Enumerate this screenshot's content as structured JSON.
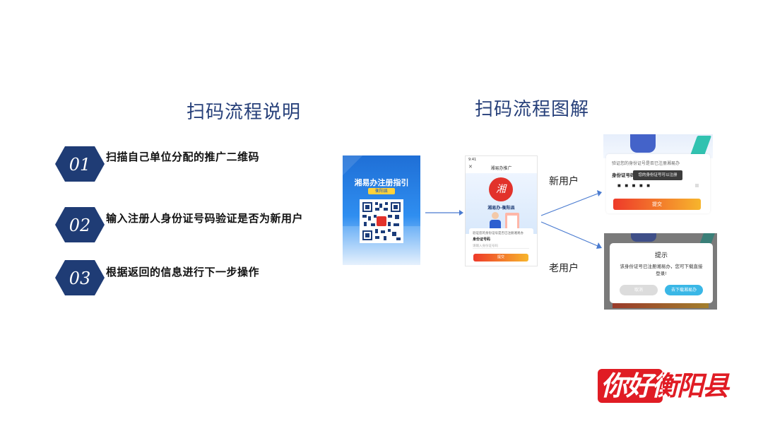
{
  "left_title": "扫码流程说明",
  "right_title": "扫码流程图解",
  "steps": [
    {
      "number": "01",
      "text": "扫描自己单位分配的推广二维码"
    },
    {
      "number": "02",
      "text": "输入注册人身份证号码验证是否为新用户"
    },
    {
      "number": "03",
      "text": "根据返回的信息进行下一步操作"
    }
  ],
  "poster": {
    "title": "湘易办注册指引",
    "subtitle": "衡阳县"
  },
  "phone": {
    "status_time": "9:41",
    "header": "湘易办推广",
    "app_name": "湘易办-衡阳县",
    "hint": "验证您的身份证号是否已注册湘易办",
    "field_label": "身份证号码",
    "field_placeholder": "请输入身份证号码",
    "submit": "提交"
  },
  "branches": {
    "new_user": "新用户",
    "old_user": "老用户"
  },
  "new_user_screen": {
    "hint": "验证您的身份证号是否已注册湘易办",
    "field_label": "身份证号码",
    "toast": "您的身份证号可以注册",
    "masked": "■ ■ ■   ■   ■",
    "submit": "提交"
  },
  "old_user_screen": {
    "dialog_title": "提示",
    "dialog_message": "该身份证号已注册湘易办，您可下载直接登录!",
    "cancel": "取消",
    "confirm": "去下载湘易办"
  },
  "logo": {
    "text": "你好衡阳县"
  },
  "colors": {
    "navy": "#1f3c75",
    "title_blue": "#27407a",
    "poster_blue": "#1f6fd6",
    "submit_start": "#ee3a2a",
    "submit_end": "#f7b52c",
    "confirm_cyan": "#3ab7e6",
    "logo_red": "#e01c24"
  }
}
